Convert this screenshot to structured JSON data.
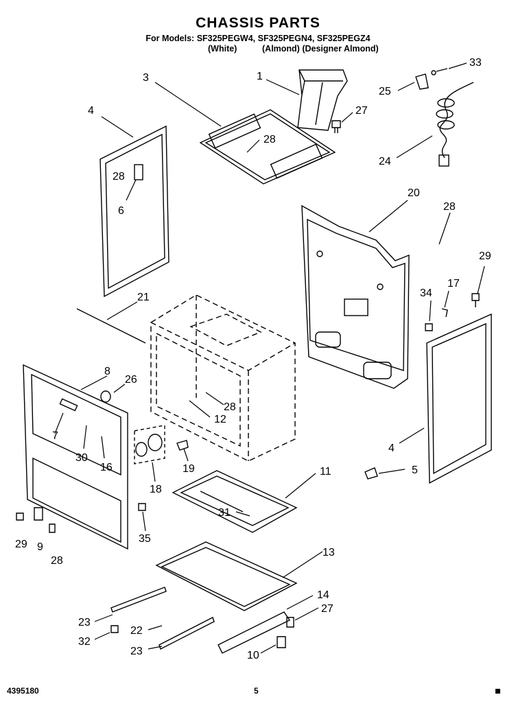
{
  "header": {
    "title": "CHASSIS PARTS",
    "models_line": "For Models: SF325PEGW4, SF325PEGN4, SF325PEGZ4",
    "color_white": "(White)",
    "color_almond": "(Almond) (Designer Almond)"
  },
  "footer": {
    "doc_number": "4395180",
    "page_number": "5"
  },
  "callouts": [
    {
      "id": "c1",
      "text": "1"
    },
    {
      "id": "c3",
      "text": "3"
    },
    {
      "id": "c33",
      "text": "33"
    },
    {
      "id": "c25",
      "text": "25"
    },
    {
      "id": "c27a",
      "text": "27"
    },
    {
      "id": "c4a",
      "text": "4"
    },
    {
      "id": "c28a",
      "text": "28"
    },
    {
      "id": "c28b",
      "text": "28"
    },
    {
      "id": "c24",
      "text": "24"
    },
    {
      "id": "c6",
      "text": "6"
    },
    {
      "id": "c20",
      "text": "20"
    },
    {
      "id": "c28c",
      "text": "28"
    },
    {
      "id": "c29a",
      "text": "29"
    },
    {
      "id": "c34",
      "text": "34"
    },
    {
      "id": "c17",
      "text": "17"
    },
    {
      "id": "c21",
      "text": "21"
    },
    {
      "id": "c8",
      "text": "8"
    },
    {
      "id": "c26",
      "text": "26"
    },
    {
      "id": "c28d",
      "text": "28"
    },
    {
      "id": "c12",
      "text": "12"
    },
    {
      "id": "c7",
      "text": "7"
    },
    {
      "id": "c30",
      "text": "30"
    },
    {
      "id": "c16",
      "text": "16"
    },
    {
      "id": "c19",
      "text": "19"
    },
    {
      "id": "c4b",
      "text": "4"
    },
    {
      "id": "c5",
      "text": "5"
    },
    {
      "id": "c18",
      "text": "18"
    },
    {
      "id": "c11",
      "text": "11"
    },
    {
      "id": "c31",
      "text": "31"
    },
    {
      "id": "c35",
      "text": "35"
    },
    {
      "id": "c29b",
      "text": "29"
    },
    {
      "id": "c9",
      "text": "9"
    },
    {
      "id": "c28e",
      "text": "28"
    },
    {
      "id": "c13",
      "text": "13"
    },
    {
      "id": "c14",
      "text": "14"
    },
    {
      "id": "c27b",
      "text": "27"
    },
    {
      "id": "c23a",
      "text": "23"
    },
    {
      "id": "c22",
      "text": "22"
    },
    {
      "id": "c32",
      "text": "32"
    },
    {
      "id": "c23b",
      "text": "23"
    },
    {
      "id": "c10",
      "text": "10"
    }
  ]
}
